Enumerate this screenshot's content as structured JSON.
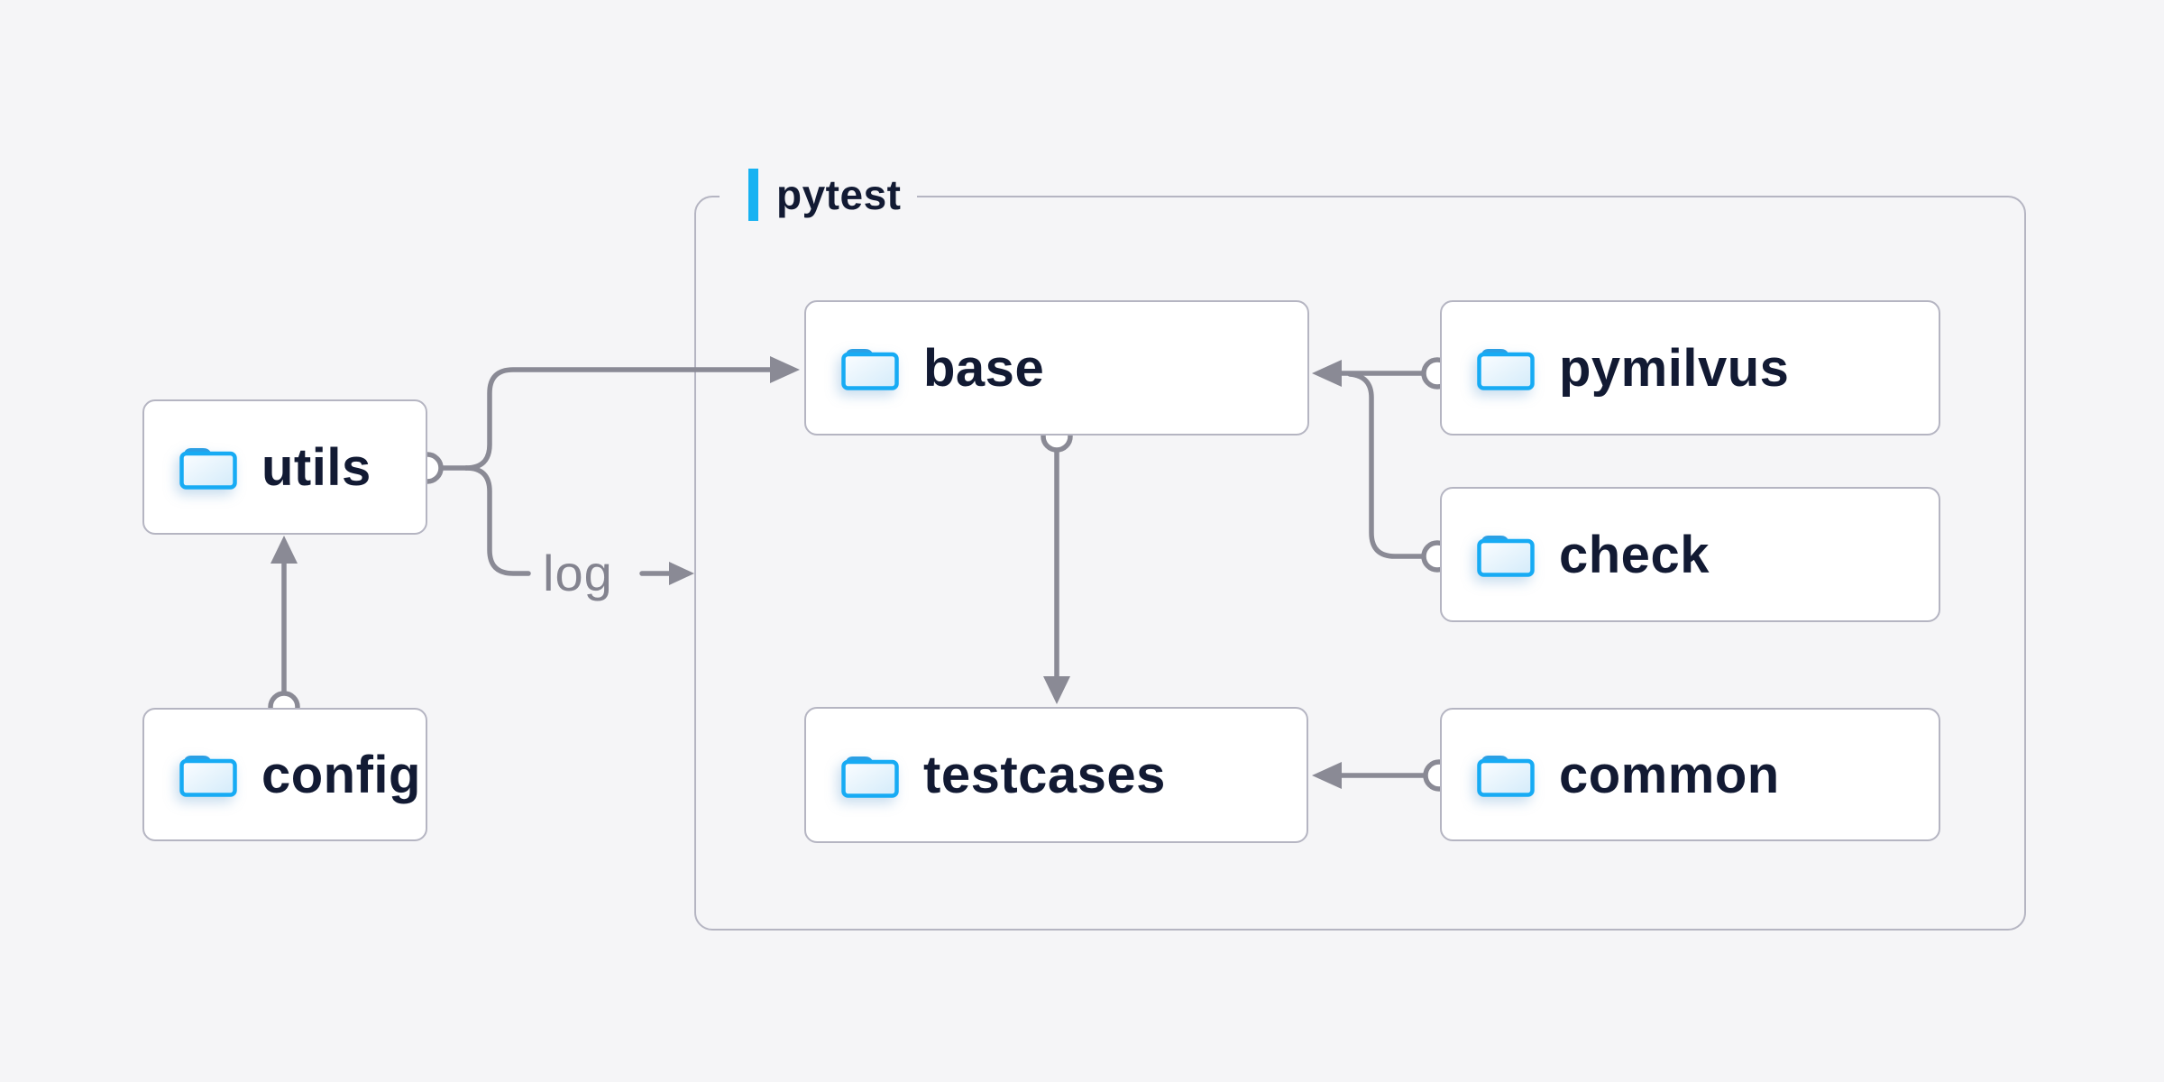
{
  "diagram": {
    "title_group": {
      "label": "pytest",
      "accent_bar_color": "#16b2f2"
    },
    "nodes": {
      "utils": {
        "label": "utils",
        "icon": "folder-icon"
      },
      "config": {
        "label": "config",
        "icon": "folder-icon"
      },
      "base": {
        "label": "base",
        "icon": "folder-icon"
      },
      "pymilvus": {
        "label": "pymilvus",
        "icon": "folder-icon"
      },
      "check": {
        "label": "check",
        "icon": "folder-icon"
      },
      "testcases": {
        "label": "testcases",
        "icon": "folder-icon"
      },
      "common": {
        "label": "common",
        "icon": "folder-icon"
      }
    },
    "edge_label": {
      "text": "log"
    },
    "edges": [
      {
        "from": "config",
        "to": "utils",
        "style": "circle-to-arrow"
      },
      {
        "from": "utils",
        "to": "base",
        "style": "circle-to-arrow"
      },
      {
        "from": "utils",
        "to": "log",
        "style": "circle-to-arrow",
        "label": "log"
      },
      {
        "from": "pymilvus",
        "to": "base",
        "style": "circle-to-arrow"
      },
      {
        "from": "check",
        "to": "base",
        "style": "circle-to-arrow"
      },
      {
        "from": "base",
        "to": "testcases",
        "style": "circle-to-arrow"
      },
      {
        "from": "common",
        "to": "testcases",
        "style": "circle-to-arrow"
      }
    ],
    "colors": {
      "background": "#f5f5f7",
      "node_background": "#ffffff",
      "node_border": "#b5b5c2",
      "frame_border": "#b5b5c2",
      "connector": "#8a8a95",
      "node_text": "#121a33",
      "edge_label_text": "#83838f",
      "accent_blue": "#16b2f2",
      "folder_blue": "#17abf4",
      "folder_tab_blue": "#2b9fe4"
    }
  }
}
